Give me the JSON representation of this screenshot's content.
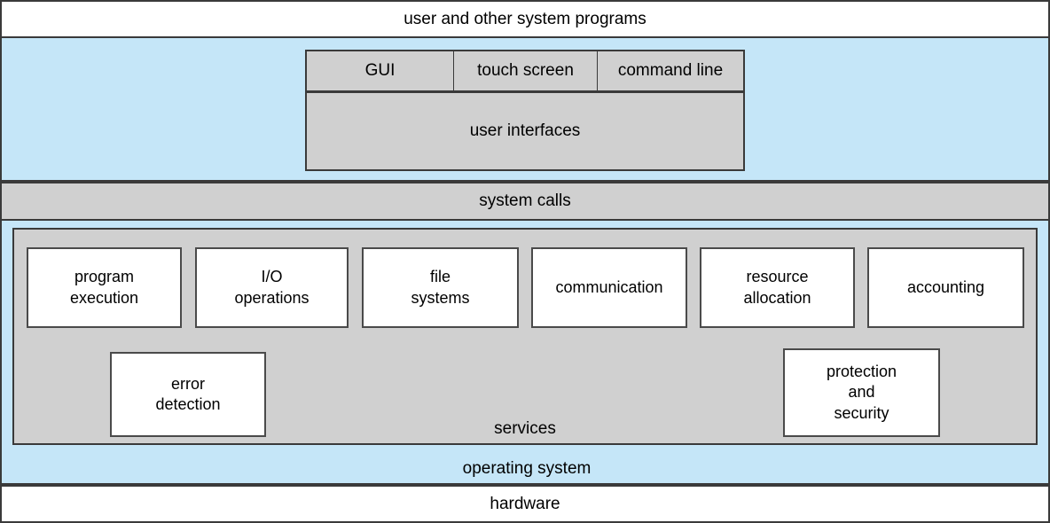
{
  "diagram": {
    "title": "operating system services layered diagram",
    "colors": {
      "user_layer_blue": "#c5e6f8",
      "system_calls_gray": "#d0d0d0",
      "services_panel_gray": "#d0d0d0",
      "service_box_white": "#ffffff",
      "border_dark": "#3a3a3a",
      "box_border": "#4a4a4a"
    }
  },
  "bands": {
    "user_programs": "user and other system programs",
    "system_calls": "system calls",
    "operating_system": "operating system",
    "hardware": "hardware"
  },
  "user_interfaces": {
    "group_label": "user interfaces",
    "cells": [
      {
        "label": "GUI"
      },
      {
        "label": "touch screen"
      },
      {
        "label": "command line"
      }
    ]
  },
  "services": {
    "panel_label": "services",
    "boxes": [
      {
        "label": "program\nexecution"
      },
      {
        "label": "I/O\noperations"
      },
      {
        "label": "file\nsystems"
      },
      {
        "label": "communication"
      },
      {
        "label": "resource\nallocation"
      },
      {
        "label": "accounting"
      },
      {
        "label": "error\ndetection"
      },
      {
        "label": "protection\nand\nsecurity"
      }
    ]
  }
}
